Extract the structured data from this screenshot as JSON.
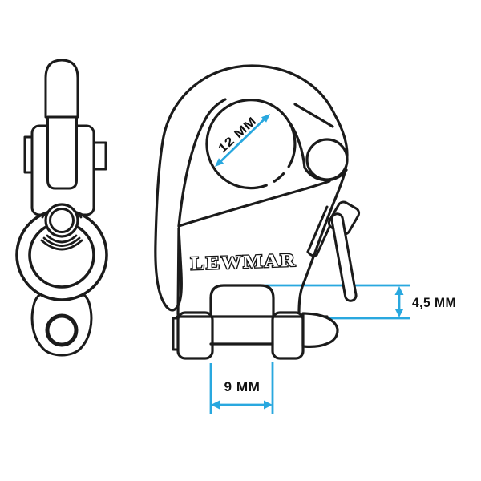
{
  "brand": "LEWMAR",
  "dimensions": {
    "bore_diameter": {
      "label": "12 MM"
    },
    "pin_gap": {
      "label": "4,5 MM"
    },
    "jaw_width": {
      "label": "9 MM"
    }
  },
  "colors": {
    "line": "#1b1b1b",
    "dimension": "#29a8df",
    "background": "#ffffff"
  }
}
